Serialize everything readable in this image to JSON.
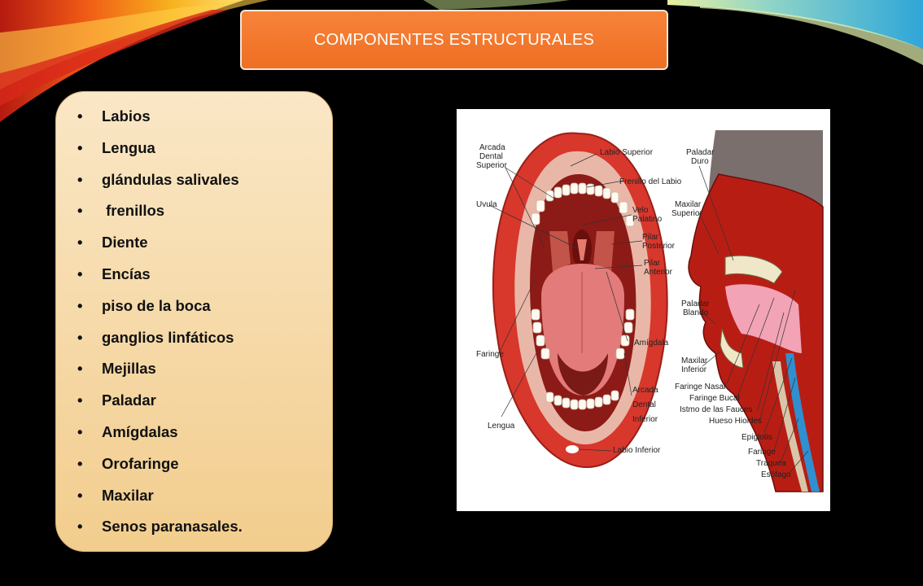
{
  "title": "COMPONENTES ESTRUCTURALES",
  "list_items": [
    "Labios",
    "Lengua",
    "glándulas salivales",
    " frenillos",
    "Diente",
    "Encías",
    "piso de la boca",
    "ganglios linfáticos",
    "Mejillas",
    "Paladar",
    "Amígdalas",
    "Orofaringe",
    "Maxilar",
    "Senos paranasales."
  ],
  "figure": {
    "front_labels": {
      "arcada_superior_1": "Arcada",
      "arcada_superior_2": "Dental",
      "arcada_superior_3": "Superior",
      "labio_superior": "Labio Superior",
      "frenillo": "Frenillo del Labio",
      "uvula": "Uvula",
      "velo_1": "Velo",
      "velo_2": "Palatino",
      "pilar_post_1": "Pilar",
      "pilar_post_2": "Posterior",
      "pilar_ant_1": "Pilar",
      "pilar_ant_2": "Anterior",
      "amigdala": "Amígdala",
      "faringe": "Faringe",
      "arcada_inferior_1": "Arcada",
      "arcada_inferior_2": "Dental",
      "arcada_inferior_3": "Inferior",
      "lengua": "Lengua",
      "labio_inferior": "Labio Inferior"
    },
    "side_labels": {
      "paladar_duro_1": "Paladar",
      "paladar_duro_2": "Duro",
      "maxilar_sup_1": "Maxilar",
      "maxilar_sup_2": "Superior",
      "paladar_blando_1": "Paladar",
      "paladar_blando_2": "Blando",
      "maxilar_inf_1": "Maxilar",
      "maxilar_inf_2": "Inferior",
      "faringe_nasal": "Faringe Nasal",
      "faringe_bucal": "Faringe Bucal",
      "istmo": "Istmo de las Fauces",
      "hueso_hioides": "Hueso Hioides",
      "epiglotis": "Epiglotis",
      "faringe": "Faringe",
      "traquea": "Traquea",
      "esofago": "Esófago"
    }
  }
}
